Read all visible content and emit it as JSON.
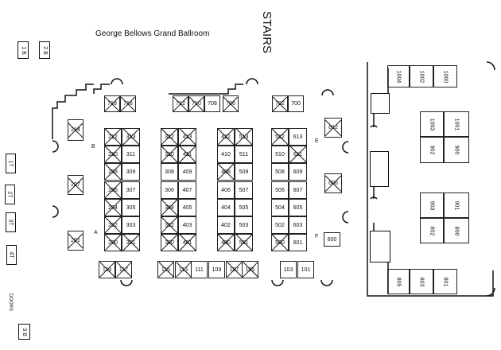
{
  "header": {
    "stairs": "STAIRS",
    "room_title": "George Bellows Grand Ballroom",
    "doors": "DOORS"
  },
  "side_boxes": {
    "b1": "1 B",
    "b2": "2 B",
    "b3": "3 B",
    "t1": "1T",
    "t2": "2T",
    "t3": "3T",
    "t4": "4T"
  },
  "area_letters": {
    "a": "A",
    "b": "B",
    "e": "E",
    "f": "F"
  },
  "columns": [
    {
      "left": [
        {
          "n": "212",
          "sold": true
        },
        {
          "n": "210",
          "sold": true
        },
        {
          "n": "208",
          "sold": true
        },
        {
          "n": "206",
          "sold": true
        },
        {
          "n": "204",
          "sold": true
        },
        {
          "n": "202",
          "sold": true
        },
        {
          "n": "200",
          "sold": true
        }
      ],
      "right": [
        {
          "n": "313",
          "sold": true
        },
        {
          "n": "311",
          "sold": false
        },
        {
          "n": "309",
          "sold": false
        },
        {
          "n": "307",
          "sold": false
        },
        {
          "n": "305",
          "sold": false
        },
        {
          "n": "303",
          "sold": false
        },
        {
          "n": "301",
          "sold": true
        }
      ]
    },
    {
      "left": [
        {
          "n": "312",
          "sold": true
        },
        {
          "n": "310",
          "sold": true
        },
        {
          "n": "308",
          "sold": false
        },
        {
          "n": "306",
          "sold": false
        },
        {
          "n": "304",
          "sold": true
        },
        {
          "n": "302",
          "sold": true
        },
        {
          "n": "300",
          "sold": true
        }
      ],
      "right": [
        {
          "n": "413",
          "sold": true
        },
        {
          "n": "411",
          "sold": true
        },
        {
          "n": "409",
          "sold": false
        },
        {
          "n": "407",
          "sold": false
        },
        {
          "n": "405",
          "sold": false
        },
        {
          "n": "403",
          "sold": false
        },
        {
          "n": "401",
          "sold": true
        }
      ]
    },
    {
      "left": [
        {
          "n": "412",
          "sold": true
        },
        {
          "n": "410",
          "sold": false
        },
        {
          "n": "408",
          "sold": true
        },
        {
          "n": "406",
          "sold": false
        },
        {
          "n": "404",
          "sold": false
        },
        {
          "n": "402",
          "sold": false
        },
        {
          "n": "400",
          "sold": true
        }
      ],
      "right": [
        {
          "n": "513",
          "sold": true
        },
        {
          "n": "511",
          "sold": false
        },
        {
          "n": "509",
          "sold": false
        },
        {
          "n": "507",
          "sold": false
        },
        {
          "n": "505",
          "sold": false
        },
        {
          "n": "503",
          "sold": false
        },
        {
          "n": "501",
          "sold": true
        }
      ]
    },
    {
      "left": [
        {
          "n": "512",
          "sold": true
        },
        {
          "n": "510",
          "sold": false
        },
        {
          "n": "508",
          "sold": false
        },
        {
          "n": "506",
          "sold": false
        },
        {
          "n": "504",
          "sold": false
        },
        {
          "n": "502",
          "sold": false
        },
        {
          "n": "500",
          "sold": true
        }
      ],
      "right": [
        {
          "n": "613",
          "sold": false
        },
        {
          "n": "611",
          "sold": true
        },
        {
          "n": "609",
          "sold": false
        },
        {
          "n": "607",
          "sold": false
        },
        {
          "n": "605",
          "sold": false
        },
        {
          "n": "603",
          "sold": false
        },
        {
          "n": "601",
          "sold": false
        }
      ]
    }
  ],
  "top_row": [
    {
      "n": "718",
      "sold": true
    },
    {
      "n": "716",
      "sold": true
    },
    {
      "n": "712",
      "sold": true
    },
    {
      "n": "710",
      "sold": true
    },
    {
      "n": "708",
      "sold": false
    },
    {
      "n": "706",
      "sold": true
    },
    {
      "n": "702",
      "sold": true
    },
    {
      "n": "700",
      "sold": false
    }
  ],
  "bottom_row": [
    {
      "n": "119",
      "sold": true
    },
    {
      "n": "117",
      "sold": true
    },
    {
      "n": "115",
      "sold": true
    },
    {
      "n": "113",
      "sold": true
    },
    {
      "n": "111",
      "sold": false
    },
    {
      "n": "109",
      "sold": false
    },
    {
      "n": "107",
      "sold": true
    },
    {
      "n": "105",
      "sold": true
    },
    {
      "n": "103",
      "sold": false
    },
    {
      "n": "101",
      "sold": false
    }
  ],
  "wall_booths": [
    {
      "n": "214",
      "sold": true
    },
    {
      "n": "207",
      "sold": true
    },
    {
      "n": "201",
      "sold": true
    },
    {
      "n": "612",
      "sold": true
    },
    {
      "n": "606",
      "sold": true
    },
    {
      "n": "600",
      "sold": false
    }
  ],
  "annex_booths": [
    {
      "n": "1004"
    },
    {
      "n": "1002"
    },
    {
      "n": "1000"
    },
    {
      "n": "1003"
    },
    {
      "n": "1001"
    },
    {
      "n": "902"
    },
    {
      "n": "900"
    },
    {
      "n": "903"
    },
    {
      "n": "901"
    },
    {
      "n": "802"
    },
    {
      "n": "800"
    },
    {
      "n": "805"
    },
    {
      "n": "803"
    },
    {
      "n": "801"
    }
  ]
}
